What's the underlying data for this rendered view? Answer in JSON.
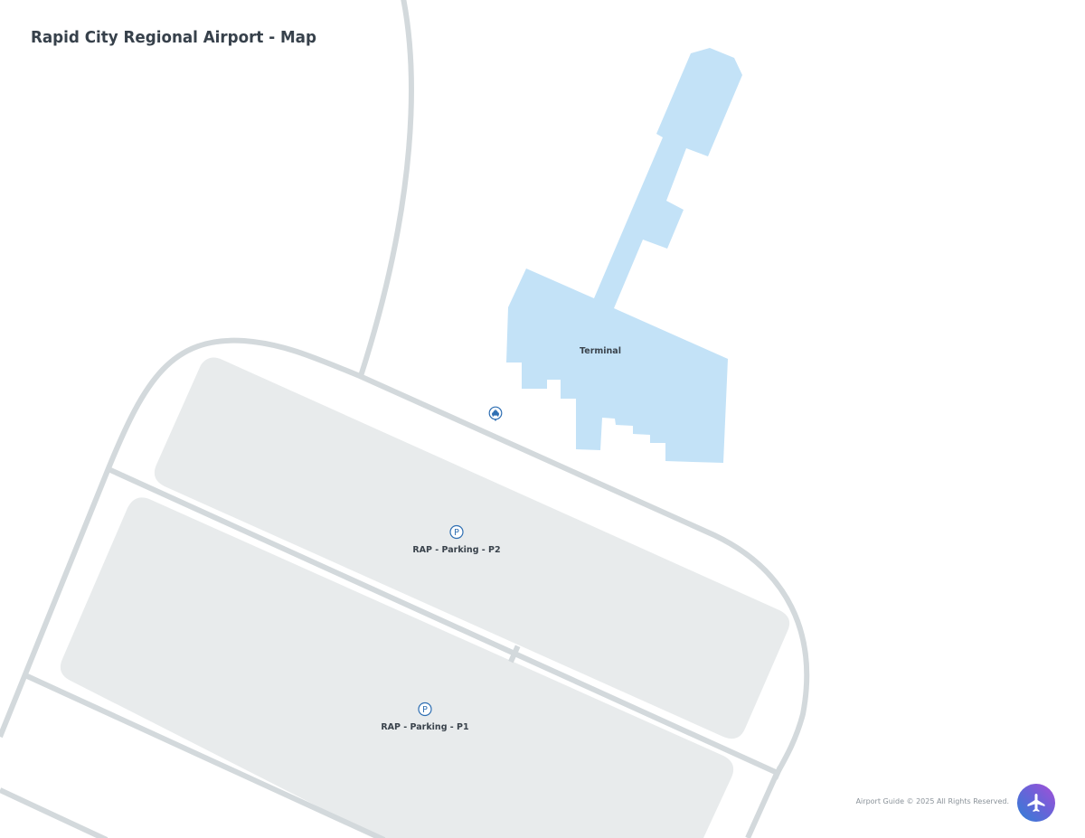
{
  "header": {
    "title": "Rapid City Regional Airport - Map"
  },
  "colors": {
    "road": "#d3d9dc",
    "parking_fill": "#e8ebec",
    "terminal_fill": "#c3e2f7",
    "label_text": "#3a434c",
    "icon_blue": "#2f6fb3",
    "fab_gradient_start": "#2f80d6",
    "fab_gradient_end": "#a54fd7"
  },
  "map": {
    "buildings": [
      {
        "name": "Terminal",
        "label": "Terminal"
      }
    ],
    "parking": [
      {
        "name": "RAP - Parking - P2",
        "label": "RAP - Parking - P2",
        "icon": "parking-icon"
      },
      {
        "name": "RAP - Parking - P1",
        "label": "RAP - Parking - P1",
        "icon": "parking-icon"
      }
    ],
    "poi": [
      {
        "name": "taxi",
        "icon": "taxi-icon"
      }
    ]
  },
  "footer": {
    "copyright": "Airport Guide © 2025 All Rights Reserved.",
    "fab_icon": "airplane-icon"
  }
}
